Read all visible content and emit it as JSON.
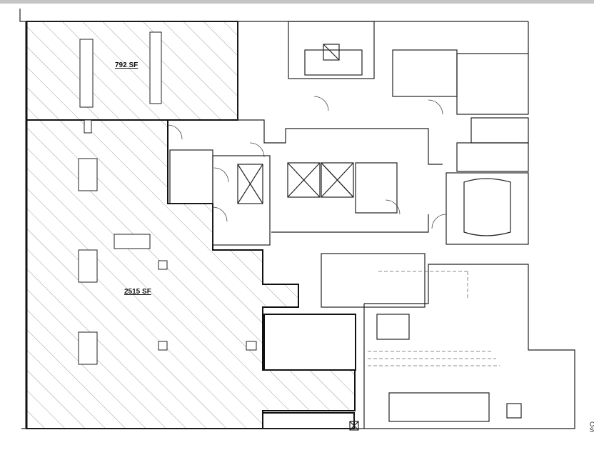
{
  "plan": {
    "areas": [
      {
        "label": "792 SF",
        "area_sf": 792
      },
      {
        "label": "2515 SF",
        "area_sf": 2515
      }
    ],
    "edge_text": [
      "C",
      "S"
    ],
    "colors": {
      "wall": "#111111",
      "thin": "#555555",
      "hatch": "#777777",
      "toolbar": "#c4c4c4"
    }
  }
}
